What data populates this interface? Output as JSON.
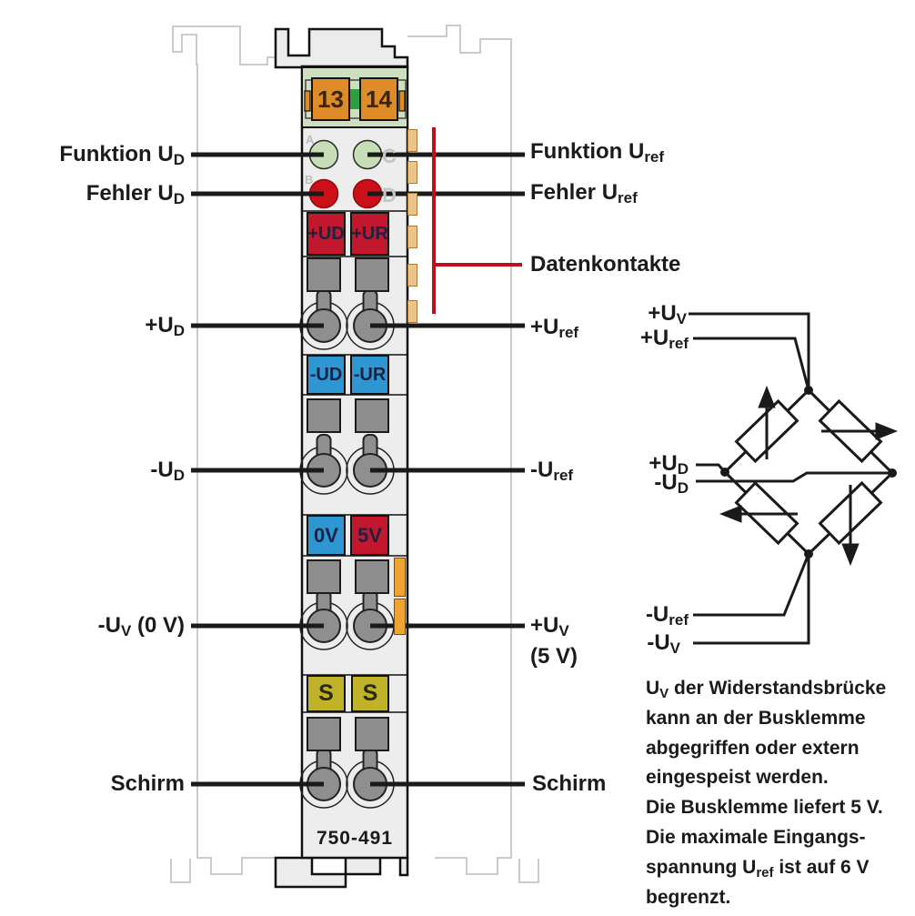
{
  "module": {
    "part_number": "750-491",
    "power_terminal_left": "13",
    "power_terminal_right": "14",
    "led_letters": [
      "A",
      "B",
      "C",
      "D"
    ],
    "chips": {
      "r1l": "+UD",
      "r1r": "+UR",
      "r2l": "-UD",
      "r2r": "-UR",
      "r3l": "0V",
      "r3r": "5V",
      "r4l": "S",
      "r4r": "S"
    }
  },
  "left_labels": [
    {
      "pre": "Funktion U",
      "sub": "D",
      "post": ""
    },
    {
      "pre": "Fehler U",
      "sub": "D",
      "post": ""
    },
    {
      "pre": "+U",
      "sub": "D",
      "post": ""
    },
    {
      "pre": "-U",
      "sub": "D",
      "post": ""
    },
    {
      "pre": "-U",
      "sub": "V",
      "post": " (0 V)"
    },
    {
      "pre": "Schirm",
      "sub": "",
      "post": ""
    }
  ],
  "right_labels": [
    {
      "pre": "Funktion U",
      "sub": "ref",
      "post": ""
    },
    {
      "pre": "Fehler U",
      "sub": "ref",
      "post": ""
    },
    {
      "pre": "Datenkontakte",
      "sub": "",
      "post": ""
    },
    {
      "pre": "+U",
      "sub": "ref",
      "post": ""
    },
    {
      "pre": "-U",
      "sub": "ref",
      "post": ""
    },
    {
      "pre": "+U",
      "sub": "V",
      "post": ""
    },
    {
      "pre": "(5 V)",
      "sub": "",
      "post": ""
    },
    {
      "pre": "Schirm",
      "sub": "",
      "post": ""
    }
  ],
  "bridge_labels": [
    {
      "pre": "+U",
      "sub": "V"
    },
    {
      "pre": "+U",
      "sub": "ref"
    },
    {
      "pre": "+U",
      "sub": "D"
    },
    {
      "pre": "-U",
      "sub": "D"
    },
    {
      "pre": "-U",
      "sub": "ref"
    },
    {
      "pre": "-U",
      "sub": "V"
    }
  ],
  "note_lines": [
    {
      "pre": "U",
      "sub": "V",
      "post": " der Widerstandsbrücke"
    },
    {
      "pre": "kann an der Busklemme",
      "sub": "",
      "post": ""
    },
    {
      "pre": "abgegriffen oder extern",
      "sub": "",
      "post": ""
    },
    {
      "pre": "eingespeist werden.",
      "sub": "",
      "post": ""
    },
    {
      "pre": "Die Busklemme liefert 5 V.",
      "sub": "",
      "post": ""
    },
    {
      "pre": "Die maximale Eingangs-",
      "sub": "",
      "post": ""
    },
    {
      "pre": "spannung U",
      "sub": "ref",
      "post": " ist auf 6 V"
    },
    {
      "pre": "begrenzt.",
      "sub": "",
      "post": ""
    }
  ],
  "colors": {
    "chip_red": "#c2172c",
    "chip_blue": "#2e96d0",
    "chip_yellow": "#c0b229",
    "terminal_orange": "#dd8c28",
    "data_contact_tan": "#eac489",
    "bracket_red": "#bf0d1d",
    "led_green": "#c6dfb6",
    "led_red": "#cc1018",
    "module_gray": "#ededed",
    "header_green": "#ccdfc0",
    "rail_gray": "#cbcbcb"
  }
}
